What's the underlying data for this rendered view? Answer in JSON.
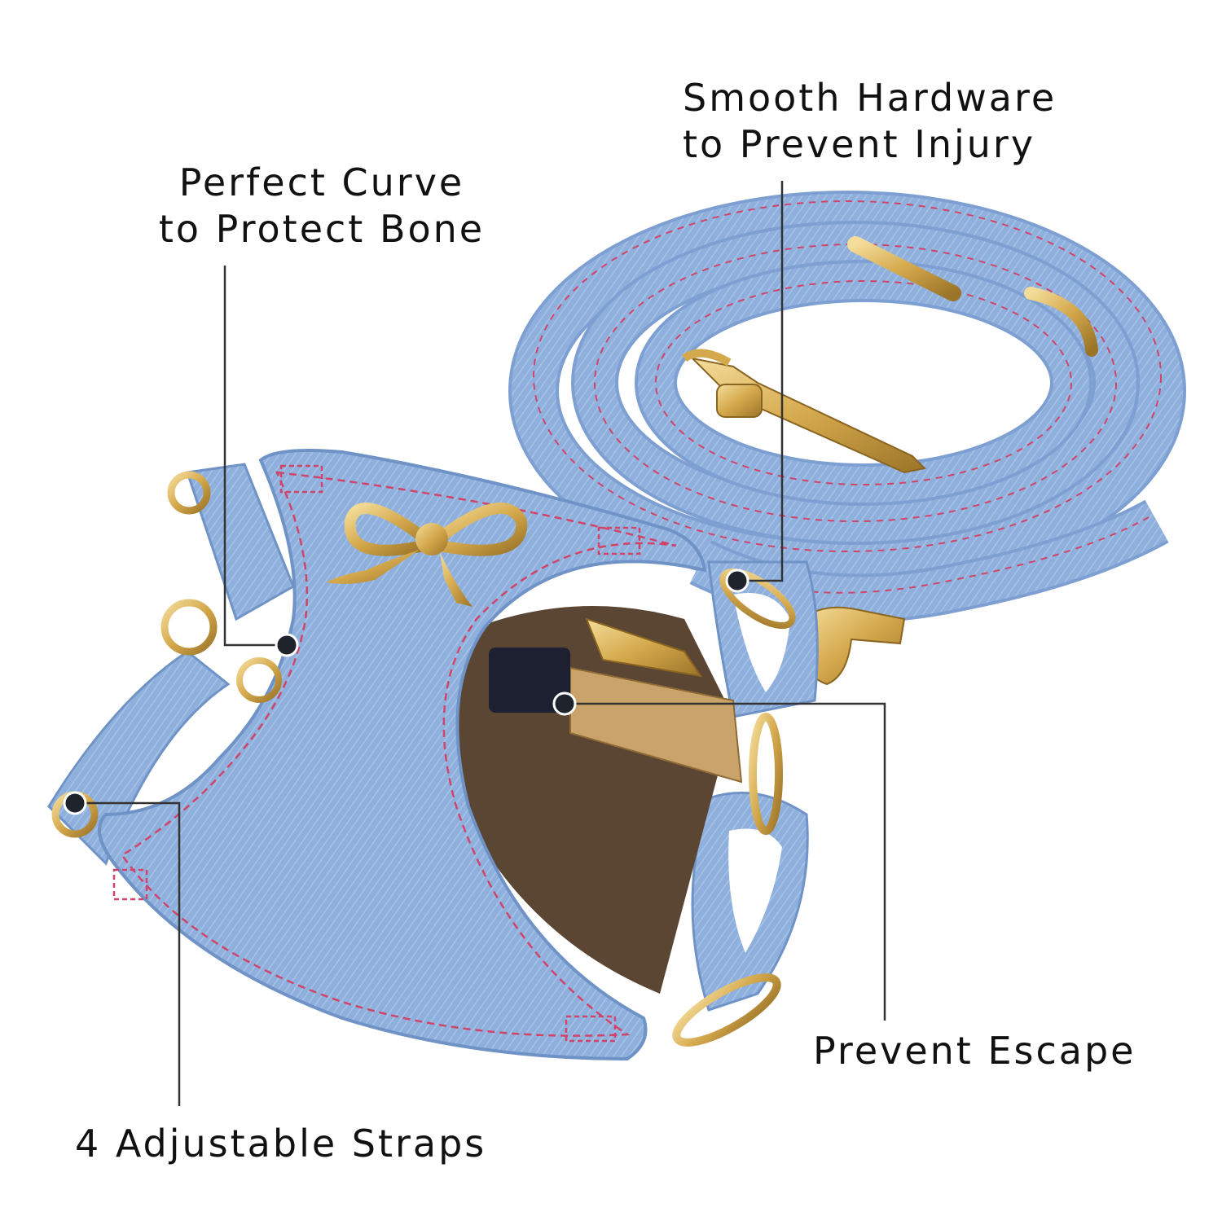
{
  "callouts": {
    "smooth_hardware": {
      "line1": "Smooth Hardware",
      "line2": "to Prevent Injury"
    },
    "perfect_curve": {
      "line1": "Perfect Curve",
      "line2": "to Protect Bone"
    },
    "prevent_escape": {
      "text": "Prevent Escape"
    },
    "adjustable_straps": {
      "text": "4 Adjustable Straps"
    }
  },
  "colors": {
    "denim": "#8fb0dc",
    "denim_dark": "#6f93c7",
    "stitch": "#d0446a",
    "gold": "#d9b45a",
    "callout_line": "#333333",
    "callout_dot": "#1f232b"
  }
}
